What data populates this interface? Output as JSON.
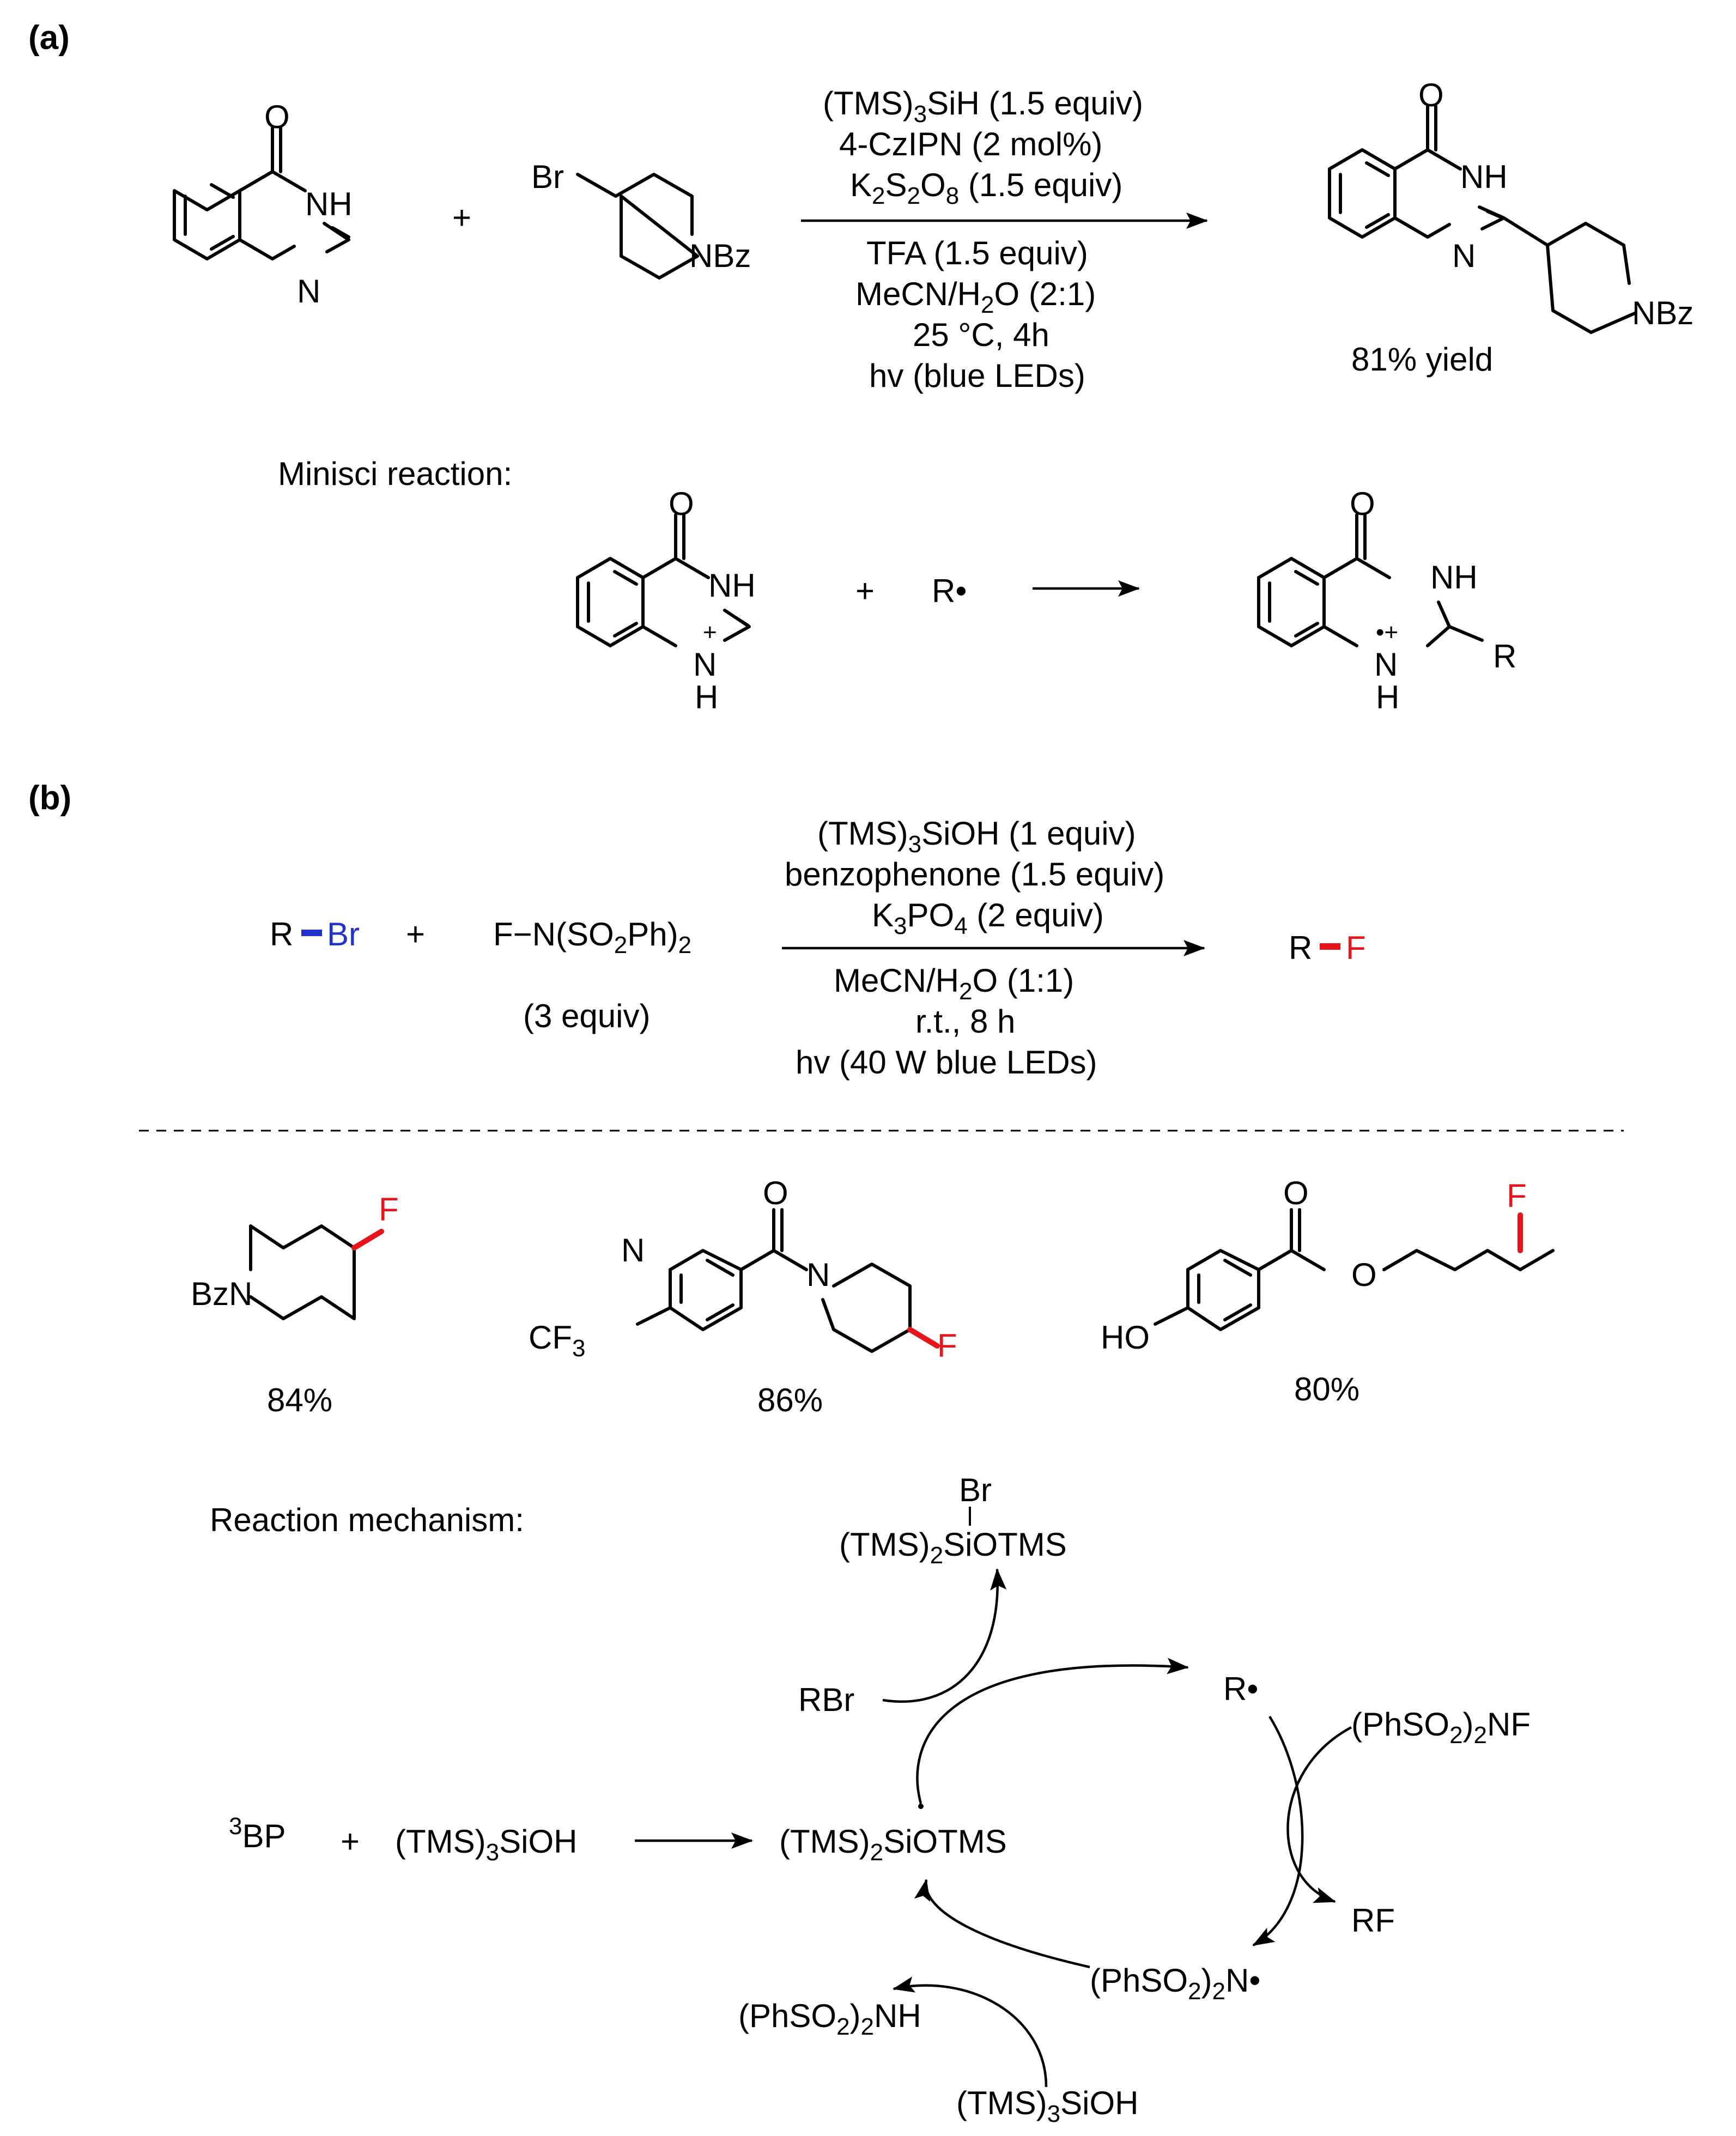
{
  "panel_a": {
    "label": "(a)",
    "plus": "+",
    "substrate_1": {
      "nh": "NH",
      "n": "N",
      "o": "O"
    },
    "substrate_2": {
      "br": "Br",
      "nbz": "NBz"
    },
    "conditions_above": [
      "(TMS)",
      "SiH (1.5 equiv)",
      "4-CzIPN (2 mol%)",
      "K",
      "S",
      "O",
      "(1.5 equiv)"
    ],
    "cond_line1": "(TMS)3SiH (1.5 equiv)",
    "cond_line2": "4-CzIPN (2 mol%)",
    "cond_line3": "K2S2O8 (1.5 equiv)",
    "cond_line4": "TFA (1.5 equiv)",
    "cond_line5": "MeCN/H2O (2:1)",
    "cond_line6": "25 °C, 4h",
    "cond_line7": "hv (blue LEDs)",
    "product": {
      "o": "O",
      "nh": "NH",
      "n": "N",
      "nbz": "NBz"
    },
    "yield": "81% yield",
    "minisci_label": "Minisci reaction:",
    "minisci": {
      "o1": "O",
      "nh1": "NH",
      "nplus": "+",
      "n1": "N",
      "h1": "H",
      "plus": "+",
      "radical": "R•",
      "o2": "O",
      "nh2": "NH",
      "radcat": "•+",
      "n2": "N",
      "h2": "H",
      "r": "R"
    }
  },
  "panel_b": {
    "label": "(b)",
    "rbr_r": "R",
    "rbr_br": "Br",
    "plus": "+",
    "reagent": "F−N(SO2Ph)2",
    "reagent_equiv": "(3 equiv)",
    "cond_line1": "(TMS)3SiOH (1 equiv)",
    "cond_line2": "benzophenone (1.5 equiv)",
    "cond_line3": "K3PO4 (2 equiv)",
    "cond_line4": "MeCN/H2O (1:1)",
    "cond_line5": "r.t., 8 h",
    "cond_line6": "hv (40 W blue LEDs)",
    "product_r": "R",
    "product_f": "F",
    "examples": [
      {
        "yield": "84%",
        "atoms": {
          "bzn": "BzN",
          "f": "F"
        }
      },
      {
        "yield": "86%",
        "atoms": {
          "n_pyr": "N",
          "cf3": "CF3",
          "o": "O",
          "n_pip": "N",
          "f": "F"
        }
      },
      {
        "yield": "80%",
        "atoms": {
          "ho": "HO",
          "o_carbonyl": "O",
          "o_ester": "O",
          "f": "F"
        }
      }
    ],
    "mechanism_label": "Reaction mechanism:",
    "mechanism": {
      "br_top": "Br",
      "silyl_bromide": "(TMS)2SiOTMS",
      "rbr": "RBr",
      "r_radical": "R•",
      "nfsi": "(PhSO2)2NF",
      "bp": "3BP",
      "plus": "+",
      "silanol": "(TMS)3SiOH",
      "silyl_radical": "(TMS)2SiOTMS",
      "rf": "RF",
      "n_radical": "(PhSO2)2N•",
      "nh_product": "(PhSO2)2NH",
      "silanol_bottom": "(TMS)3SiOH"
    }
  },
  "colors": {
    "red": "#e8141b",
    "blue": "#2233cc",
    "ink": "#000000"
  }
}
